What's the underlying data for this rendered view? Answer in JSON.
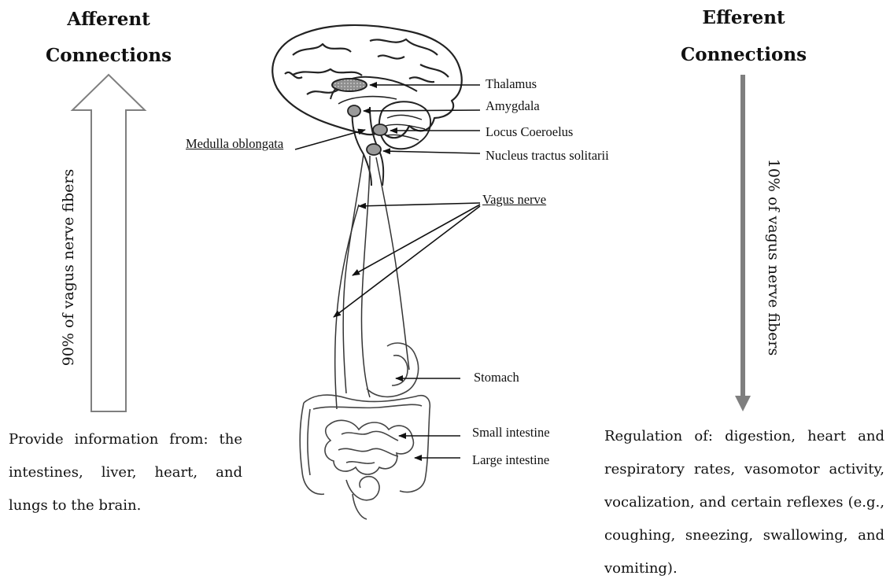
{
  "afferent": {
    "heading_line1": "Afferent",
    "heading_line2": "Connections",
    "arrow_label": "90% of vagus nerve fibers",
    "description": "Provide information from: the intestines, liver, heart, and lungs to the brain."
  },
  "efferent": {
    "heading_line1": "Efferent",
    "heading_line2": "Connections",
    "arrow_label": "10% of vagus nerve fibers",
    "description": "Regulation of: digestion, heart and respiratory rates, vasomotor activity, vocalization, and certain reflexes (e.g., coughing, sneezing, swallowing, and vomiting)."
  },
  "labels": {
    "thalamus": "Thalamus",
    "amygdala": "Amygdala",
    "locus_coeroelus": "Locus Coeroelus",
    "nucleus_tractus_solitarii": "Nucleus tractus solitarii",
    "medulla_oblongata": "Medulla oblongata",
    "vagus_nerve": "Vagus nerve",
    "stomach": "Stomach",
    "small_intestine": "Small intestine",
    "large_intestine": "Large intestine"
  },
  "colors": {
    "efferent_arrow": "#7f7f7f",
    "afferent_arrow_outline": "#7f7f7f",
    "nucleus_fill": "#9a9a9a"
  }
}
